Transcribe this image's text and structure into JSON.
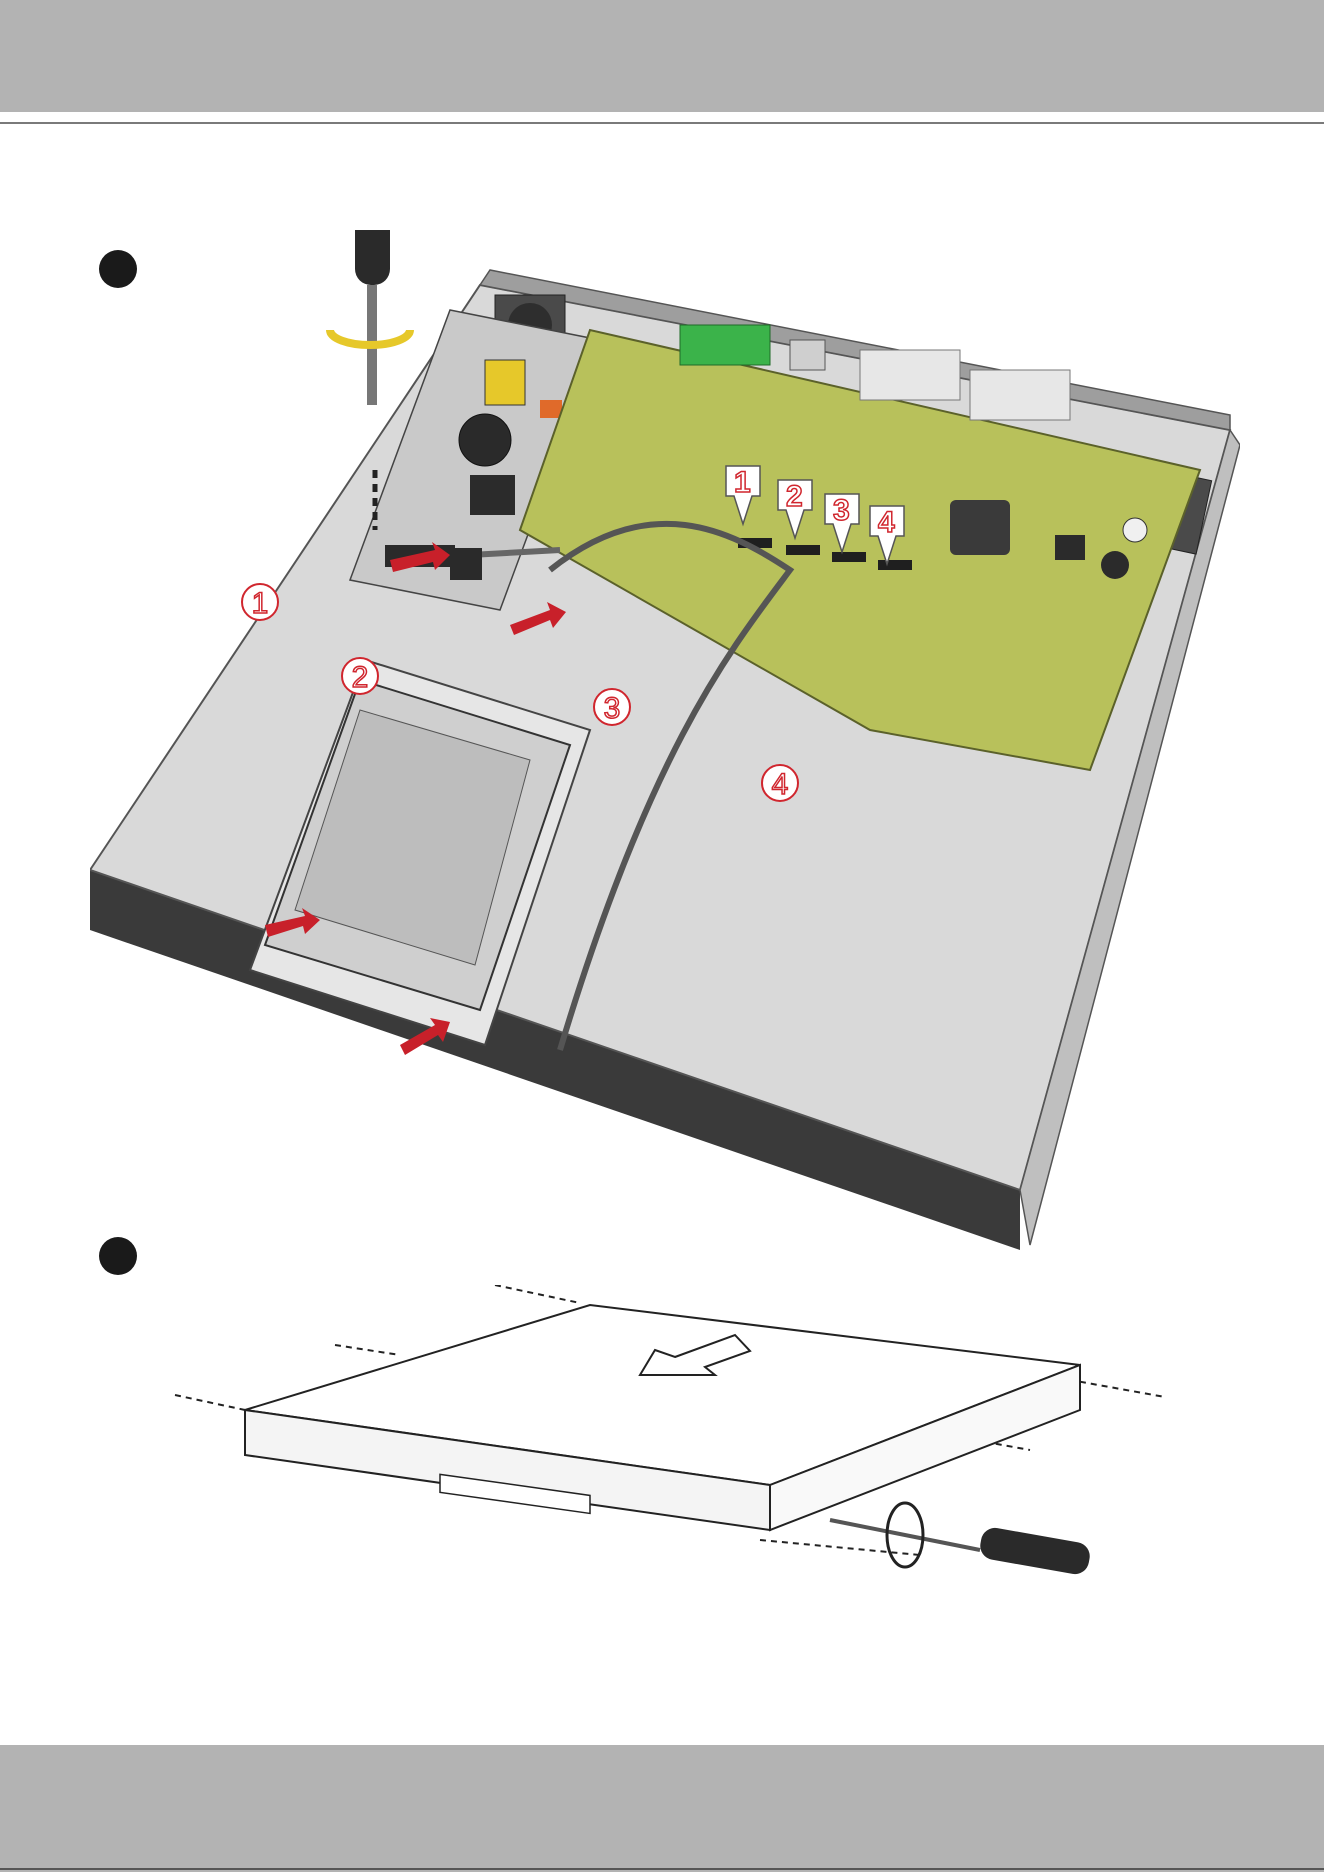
{
  "step_markers": [
    "step-1",
    "step-2"
  ],
  "figure1": {
    "zone_labels": [
      "1",
      "2",
      "3",
      "4"
    ],
    "port_labels": [
      "1",
      "2",
      "3",
      "4"
    ]
  },
  "colors": {
    "band": "#b3b3b3",
    "pcb": "#b8c15b",
    "arrow": "#c8202a",
    "label_red": "#d0262e",
    "chassis_dark": "#3a3a3a",
    "tray": "#d9d9d9"
  }
}
